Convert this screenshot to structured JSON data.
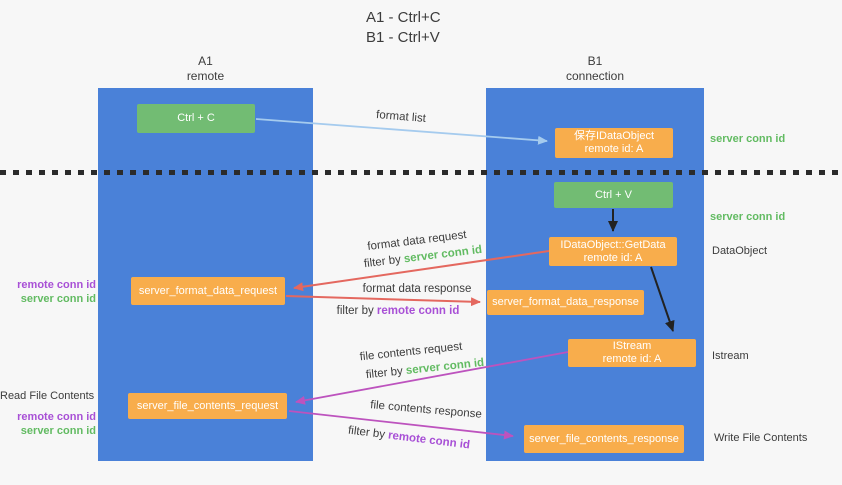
{
  "title": {
    "line1": "A1 - Ctrl+C",
    "line2": "B1 - Ctrl+V"
  },
  "lanes": {
    "left": {
      "name": "A1",
      "subtitle": "remote"
    },
    "right": {
      "name": "B1",
      "subtitle": "connection"
    }
  },
  "nodes": {
    "ctrl_c": {
      "label": "Ctrl + C"
    },
    "ctrl_v": {
      "label": "Ctrl + V"
    },
    "save_idataobject": {
      "line1": "保存IDataObject",
      "line2": "remote id: A"
    },
    "idataobject_getdata": {
      "line1": "IDataObject::GetData",
      "line2": "remote id: A"
    },
    "istream": {
      "line1": "IStream",
      "line2": "remote id: A"
    },
    "server_format_data_request": {
      "label": "server_format_data_request"
    },
    "server_format_data_response": {
      "label": "server_format_data_response"
    },
    "server_file_contents_request": {
      "label": "server_file_contents_request"
    },
    "server_file_contents_response": {
      "label": "server_file_contents_response"
    }
  },
  "flow_labels": {
    "format_list": "format list",
    "format_data_request": "format data request",
    "filter1_prefix": "filter by ",
    "filter1_value": "server conn id",
    "format_data_response": "format data response",
    "filter2_prefix": "filter by ",
    "filter2_value": "remote conn id",
    "file_contents_request": "file contents request",
    "filter3_prefix": "filter by ",
    "filter3_value": "server conn id",
    "file_contents_response": "file contents response",
    "filter4_prefix": "filter by ",
    "filter4_value": "remote conn id"
  },
  "side_labels": {
    "right_server_conn_id_1": "server conn id",
    "right_server_conn_id_2": "server conn id",
    "dataobject": "DataObject",
    "istream": "Istream",
    "write_file_contents": "Write File Contents",
    "left_remote_conn_id_1": "remote conn id",
    "left_server_conn_id_1": "server conn id",
    "read_file_contents": "Read File Contents",
    "left_remote_conn_id_2": "remote conn id",
    "left_server_conn_id_2": "server conn id"
  },
  "colors": {
    "lane_blue": "#4a81d8",
    "node_green": "#72bc73",
    "node_orange": "#f8ad4c",
    "text_green": "#62bb62",
    "text_purple": "#a850d6",
    "arrow_red": "#e4685f",
    "arrow_magenta": "#bd53be",
    "arrow_light_blue": "#a5cbee",
    "arrow_black": "#222222",
    "background": "#f7f7f7"
  }
}
